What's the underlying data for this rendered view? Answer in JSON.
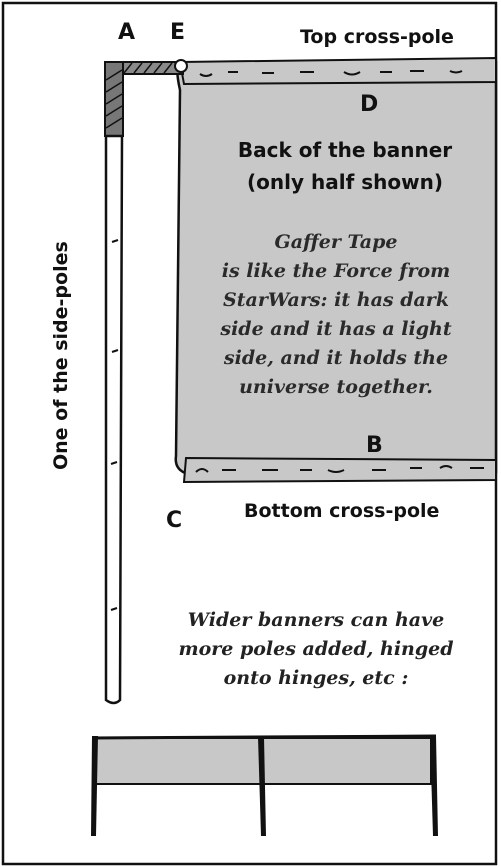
{
  "labels": {
    "a": "A",
    "e": "E",
    "d": "D",
    "b": "B",
    "c": "C",
    "top_pole": "Top cross-pole",
    "bottom_pole": "Bottom cross-pole",
    "side_pole": "One of the side-poles"
  },
  "banner": {
    "title_line1": "Back of the banner",
    "title_line2": "(only half shown)"
  },
  "quote": {
    "lines": [
      "Gaffer Tape",
      "is like the Force from",
      "StarWars: it has dark",
      "side and it has a light",
      "side, and it holds the",
      "universe together."
    ]
  },
  "note": {
    "lines": [
      "Wider banners can have",
      "more poles added, hinged",
      "onto hinges, etc :"
    ]
  },
  "colors": {
    "banner_fill": "#c8c8c8",
    "ink": "#111111"
  }
}
